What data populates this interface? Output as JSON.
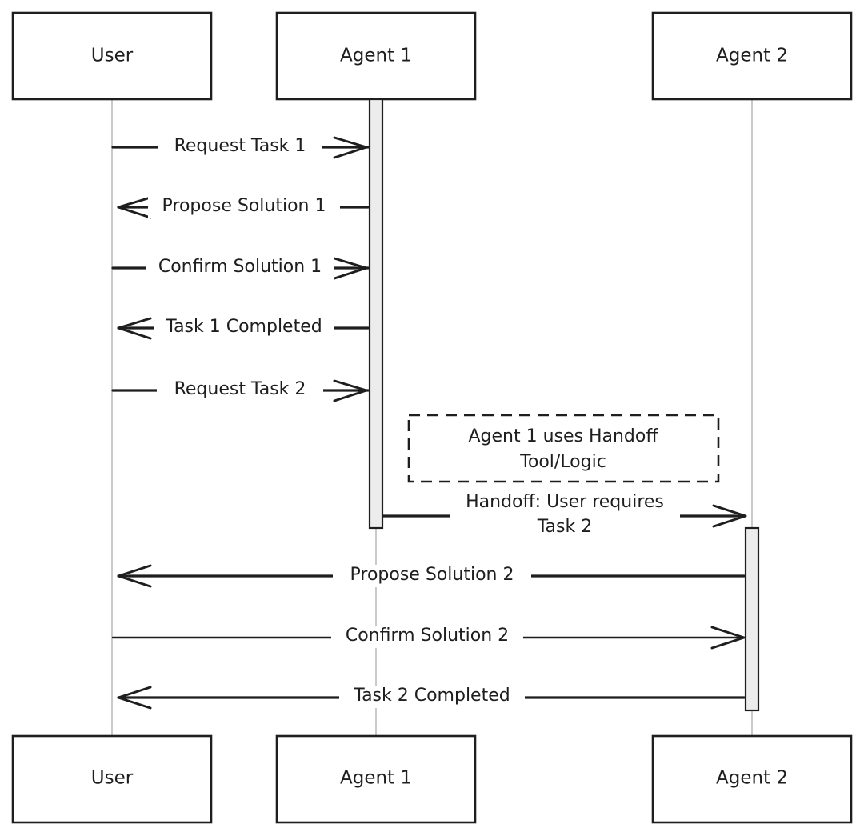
{
  "participants": [
    {
      "id": "user",
      "label": "User"
    },
    {
      "id": "agent1",
      "label": "Agent 1"
    },
    {
      "id": "agent2",
      "label": "Agent 2"
    }
  ],
  "messages": [
    {
      "from": "user",
      "to": "agent1",
      "label": "Request Task 1"
    },
    {
      "from": "agent1",
      "to": "user",
      "label": "Propose Solution 1"
    },
    {
      "from": "user",
      "to": "agent1",
      "label": "Confirm Solution 1"
    },
    {
      "from": "agent1",
      "to": "user",
      "label": "Task 1 Completed"
    },
    {
      "from": "user",
      "to": "agent1",
      "label": "Request Task 2"
    },
    {
      "from": "agent1",
      "to": "agent2",
      "label": "Handoff: User requires",
      "label2": "Task 2"
    },
    {
      "from": "agent2",
      "to": "user",
      "label": "Propose Solution 2"
    },
    {
      "from": "user",
      "to": "agent2",
      "label": "Confirm Solution 2"
    },
    {
      "from": "agent2",
      "to": "user",
      "label": "Task 2 Completed"
    }
  ],
  "note": {
    "line1": "Agent 1 uses Handoff",
    "line2": "Tool/Logic"
  },
  "colors": {
    "ink": "#1e1e1e",
    "lifeline": "#b4b4b4",
    "activation_fill": "#ececec"
  }
}
